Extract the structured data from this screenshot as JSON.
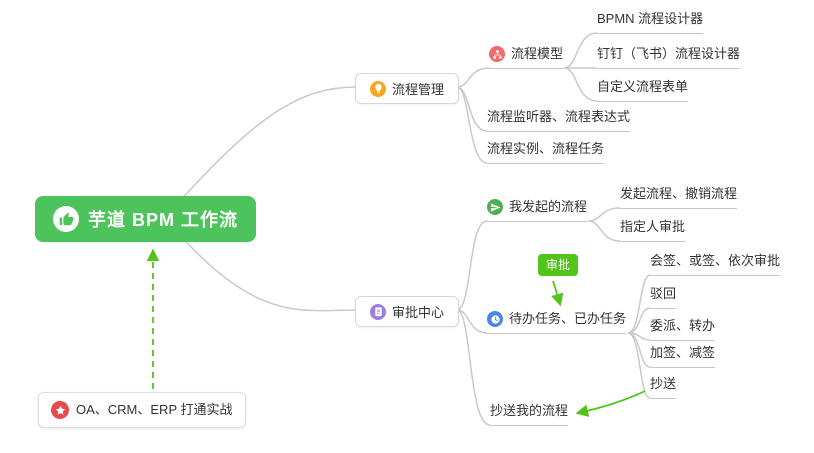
{
  "root": {
    "label": "芋道 BPM 工作流"
  },
  "practice": {
    "label": "OA、CRM、ERP 打通实战"
  },
  "process_mgmt": {
    "label": "流程管理",
    "model": {
      "label": "流程模型"
    },
    "bpmn": {
      "label": "BPMN 流程设计器"
    },
    "dingtalk": {
      "label": "钉钉（飞书）流程设计器"
    },
    "custom_form": {
      "label": "自定义流程表单"
    },
    "listener": {
      "label": "流程监听器、流程表达式"
    },
    "instance": {
      "label": "流程实例、流程任务"
    }
  },
  "approval": {
    "label": "审批中心",
    "my_initiated": {
      "label": "我发起的流程"
    },
    "initiate_cancel": {
      "label": "发起流程、撤销流程"
    },
    "assignee": {
      "label": "指定人审批"
    },
    "todo_done": {
      "label": "待办任务、已办任务"
    },
    "countersign": {
      "label": "会签、或签、依次审批"
    },
    "reject": {
      "label": "驳回"
    },
    "delegate": {
      "label": "委派、转办"
    },
    "addsign": {
      "label": "加签、减签"
    },
    "cc": {
      "label": "抄送"
    },
    "cc_my": {
      "label": "抄送我的流程"
    }
  },
  "annotation": {
    "approval_arrow_label": "审批"
  },
  "colors": {
    "root_bg": "#4dc35c",
    "arrow_green": "#52c41a",
    "connector": "#c9c9c9",
    "icon_orange": "#f5a623",
    "icon_red": "#f56a6a",
    "icon_purple": "#9b7ede",
    "icon_green": "#4caf50",
    "icon_blue": "#4a86e8",
    "star_red": "#e94b4b"
  }
}
